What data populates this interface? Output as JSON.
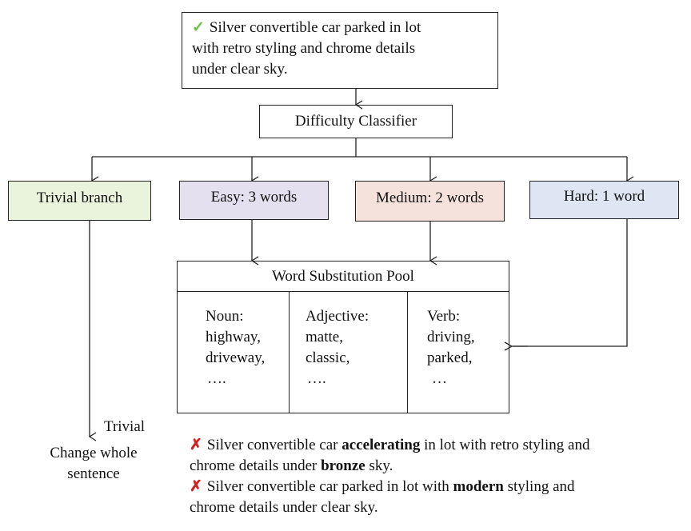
{
  "input": {
    "check_icon": "✓",
    "lines": [
      "Silver convertible car parked in lot",
      "with retro styling and chrome details",
      "under clear sky."
    ]
  },
  "classifier": {
    "label": "Difficulty Classifier"
  },
  "branches": {
    "trivial": {
      "label": "Trivial branch",
      "color": "#eaf3dc"
    },
    "easy": {
      "label": "Easy: 3 words",
      "color": "#e5e0ef"
    },
    "medium": {
      "label": "Medium: 2 words",
      "color": "#f5e2dc"
    },
    "hard": {
      "label": "Hard: 1 word",
      "color": "#dde6f2"
    }
  },
  "pool": {
    "title": "Word Substitution Pool",
    "columns": [
      {
        "lines": [
          "Noun:",
          "highway,",
          "driveway,",
          "…."
        ]
      },
      {
        "lines": [
          "Adjective:",
          "matte,",
          "classic,",
          "…."
        ]
      },
      {
        "lines": [
          "Verb:",
          "driving,",
          "parked,",
          "…"
        ]
      }
    ]
  },
  "trivial_note": {
    "label": "Trivial",
    "caption_lines": [
      "Change whole",
      "sentence"
    ]
  },
  "outputs": [
    {
      "icon": "✗",
      "line1": {
        "a": "Silver convertible car ",
        "b": "accelerating",
        "c": " in lot with retro styling and"
      },
      "line2": {
        "a": "chrome details under ",
        "b": "bronze",
        "c": " sky."
      }
    },
    {
      "icon": "✗",
      "line1": {
        "a": "Silver convertible car parked in lot with ",
        "b": "modern",
        "c": " styling and"
      },
      "line2": {
        "a": "chrome details under clear sky.",
        "b": "",
        "c": ""
      }
    }
  ]
}
